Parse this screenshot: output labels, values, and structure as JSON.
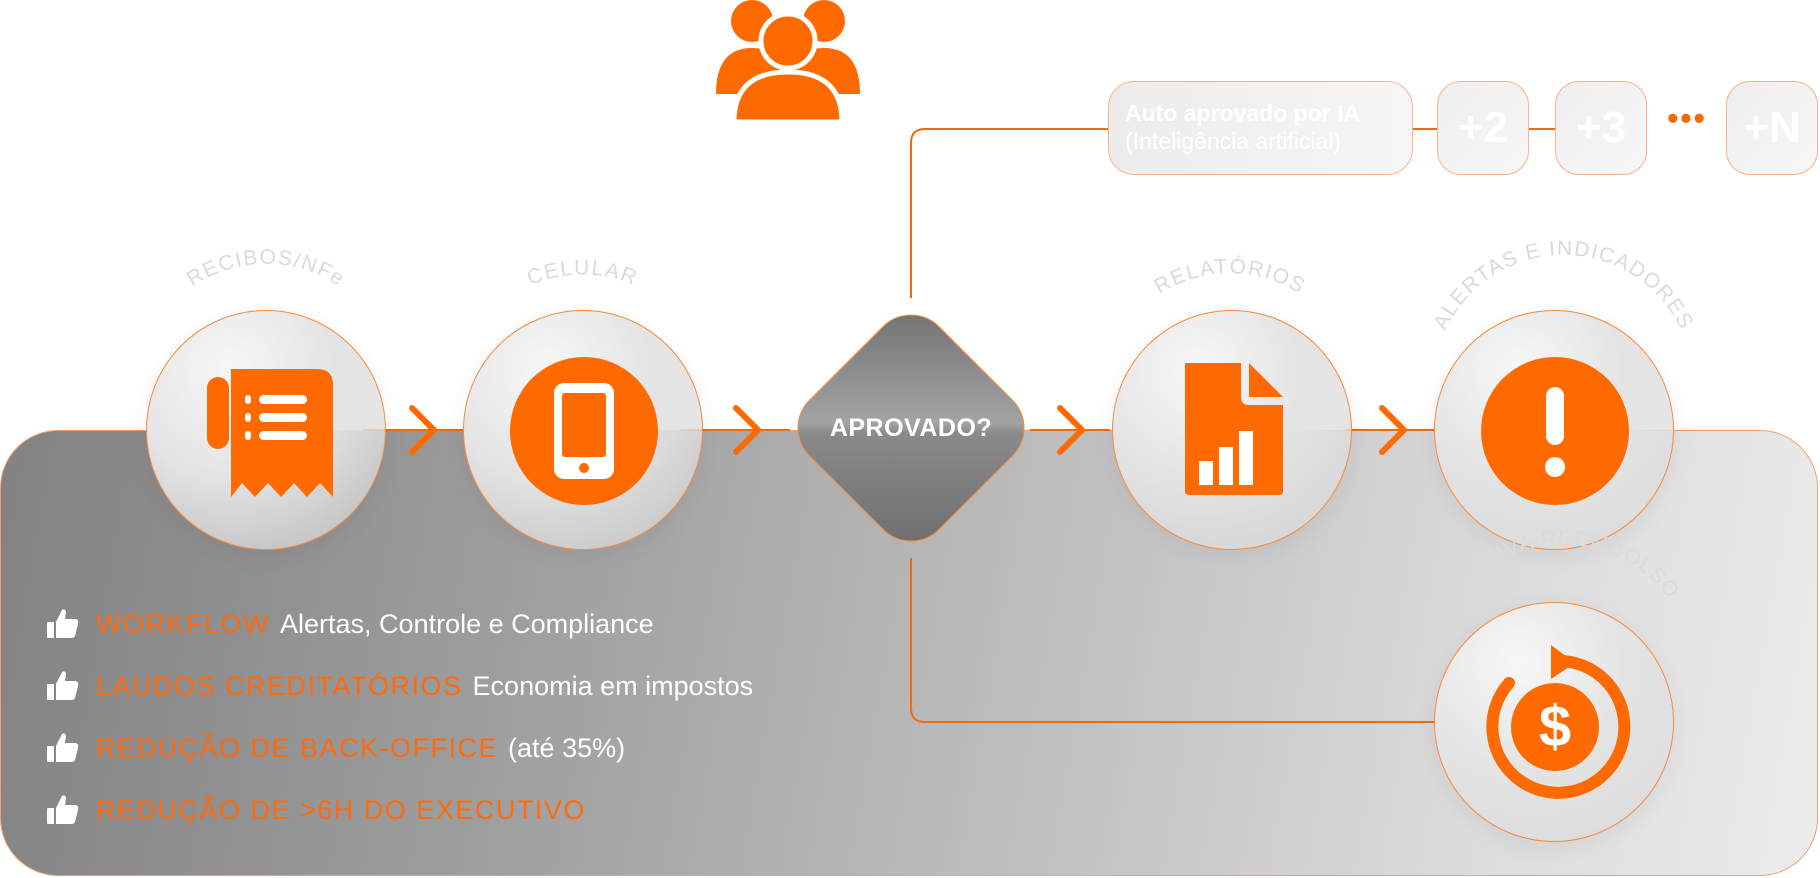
{
  "colors": {
    "accent": "#ff6a00",
    "accent_light": "#f7b48a",
    "label_gray": "#dadada"
  },
  "header": {
    "icon": "users-group-icon"
  },
  "flow": {
    "nodes": [
      {
        "id": "recibos",
        "label": "RECIBOS/NFe",
        "icon": "receipt-icon"
      },
      {
        "id": "celular",
        "label": "CELULAR",
        "icon": "smartphone-icon"
      },
      {
        "id": "relatorios",
        "label": "RELATÓRIOS",
        "icon": "report-chart-icon"
      },
      {
        "id": "alertas",
        "label": "ALERTAS E INDICADORES",
        "icon": "alert-icon"
      },
      {
        "id": "reembolso",
        "label": "EFETIVA REEMBOLSO",
        "icon": "dollar-refresh-icon"
      }
    ],
    "decision": {
      "label": "APROVADO?"
    },
    "auto_approval": {
      "line1": "Auto aprovado por IA",
      "line2": "(Inteligência artificial)"
    },
    "approval_steps": [
      "+2",
      "+3",
      "+N"
    ],
    "ellipsis": "•••"
  },
  "benefits": [
    {
      "title": "WORKFLOW",
      "desc": "Alertas, Controle e Compliance"
    },
    {
      "title": "LAUDOS CREDITATÓRIOS",
      "desc": "Economia em impostos"
    },
    {
      "title": "REDUÇÃO DE BACK-OFFICE",
      "desc": "(até 35%)"
    },
    {
      "title": "REDUÇÃO DE >6H DO EXECUTIVO",
      "desc": ""
    }
  ]
}
